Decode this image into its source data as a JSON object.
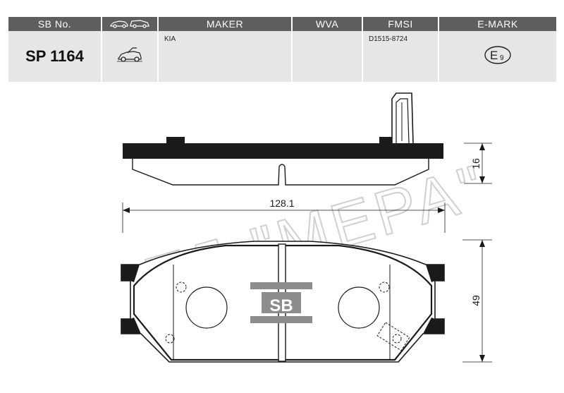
{
  "header": {
    "sb_no": "SB No.",
    "car_icon": "car-pair-icon",
    "maker": "MAKER",
    "wva": "WVA",
    "fmsi": "FMSI",
    "emark": "E-MARK"
  },
  "row": {
    "sb_no": "SP 1164",
    "car_icon": "passenger-car-icon",
    "maker": "KIA",
    "wva": "",
    "fmsi": "D1515-8724",
    "emark_letter": "E",
    "emark_number": "9"
  },
  "drawing": {
    "thickness": "16",
    "width": "128.1",
    "height": "49",
    "watermark": "ТД \"МЕРА\"",
    "logo": "SB"
  },
  "colors": {
    "header_bg": "#5e5e5e",
    "cell_bg": "#e6e6e6",
    "line": "#1a1a1a",
    "logo_gray": "#8c8c8c",
    "watermark": "#d0d0d0"
  }
}
